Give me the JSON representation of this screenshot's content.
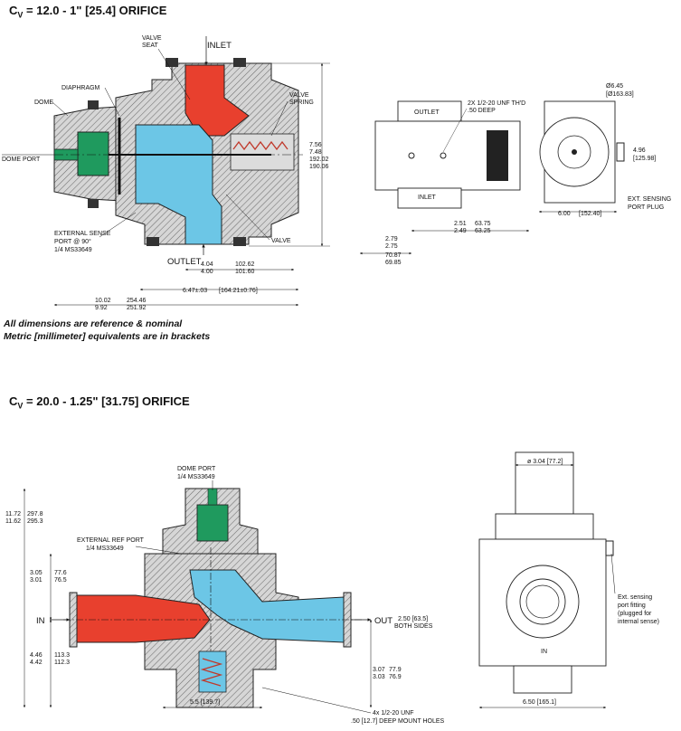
{
  "section1": {
    "title_prefix": "C",
    "title_sub": "V",
    "title_suffix": " = 12.0 - 1\" [25.4] ORIFICE",
    "labels": {
      "valve_seat": [
        "VALVE",
        "SEAT"
      ],
      "inlet": "INLET",
      "diaphragm": "DIAPHRAGM",
      "dome": "DOME",
      "valve_spring": [
        "VALVE",
        "SPRING"
      ],
      "dome_port": "DOME PORT",
      "external_sense": [
        "EXTERNAL SENSE",
        "PORT @ 90°",
        "1/4 MS33649"
      ],
      "valve": "VALVE",
      "outlet": "OUTLET",
      "side_outlet": "OUTLET",
      "side_inlet": "INLET",
      "thread_note": [
        "2X 1/2-20 UNF TH'D",
        ".50 DEEP"
      ],
      "ext_sensing_plug": [
        "EXT. SENSING",
        "PORT PLUG"
      ]
    },
    "dims": {
      "height": [
        "7.56",
        "7.48"
      ],
      "height_mm": [
        "192.02",
        "190.06"
      ],
      "outlet_w": [
        "4.04",
        "4.00"
      ],
      "outlet_w_mm": [
        "102.62",
        "101.60"
      ],
      "overall_mid": "6.47±.03",
      "overall_mid_mm": "[164.21±0.76]",
      "overall": [
        "10.02",
        "9.92"
      ],
      "overall_mm": [
        "254.46",
        "251.92"
      ],
      "side_a": [
        "2.79",
        "2.75"
      ],
      "side_a_mm": [
        "70.87",
        "69.85"
      ],
      "side_b": [
        "2.51",
        "2.49"
      ],
      "side_b_mm": [
        "63.75",
        "63.25"
      ],
      "end_dia": "Ø6.45",
      "end_dia_mm": "[Ø163.83]",
      "end_h": "4.96",
      "end_h_mm": "[125.98]",
      "end_w": "6.00",
      "end_w_mm": "[152.40]"
    },
    "notes": [
      "All dimensions are reference & nominal",
      "Metric [millimeter] equivalents are in brackets"
    ]
  },
  "section2": {
    "title_prefix": "C",
    "title_sub": "V",
    "title_suffix": " = 20.0 - 1.25\" [31.75] ORIFICE",
    "labels": {
      "dome_port": [
        "DOME PORT",
        "1/4 MS33649"
      ],
      "ext_ref_port": [
        "EXTERNAL REF PORT",
        "1/4 MS33649"
      ],
      "in": "IN",
      "out": "OUT",
      "both_sides": [
        "2.50 [63.5]",
        "BOTH SIDES"
      ],
      "mount_holes": [
        "4x 1/2-20 UNF",
        ".50 [12.7] DEEP MOUNT HOLES"
      ],
      "end_in": "IN",
      "ext_sensing_fitting": [
        "Ext. sensing",
        "port fitting",
        "(plugged for",
        "internal sense)"
      ]
    },
    "dims": {
      "top": [
        "11.72",
        "11.62"
      ],
      "top_mm": [
        "297.8",
        "295.3"
      ],
      "upper": [
        "3.05",
        "3.01"
      ],
      "upper_mm": [
        "77.6",
        "76.5"
      ],
      "lower": [
        "4.46",
        "4.42"
      ],
      "lower_mm": [
        "113.3",
        "112.3"
      ],
      "bottom": [
        "3.07",
        "3.03"
      ],
      "bottom_mm": [
        "77.9",
        "76.9"
      ],
      "width": "5.5 [139.7]",
      "end_dia": "ø 3.04 [77.2]",
      "end_w": "6.50 [165.1]"
    }
  },
  "colors": {
    "inlet": "#e8402e",
    "outlet": "#6cc6e6",
    "dome": "#1f9a5e",
    "hatch": "#888888"
  }
}
